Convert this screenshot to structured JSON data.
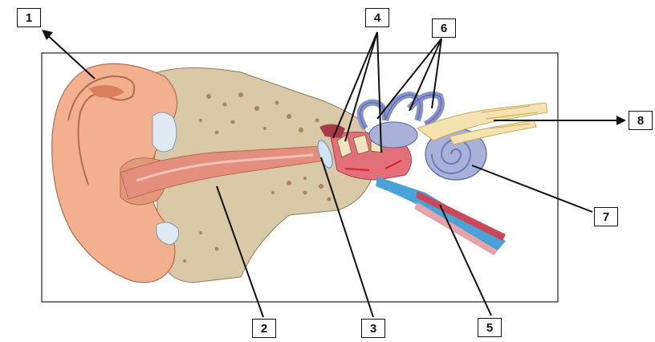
{
  "diagram": {
    "type": "anatomy-ear-labeled",
    "labels": [
      {
        "id": "1",
        "text": "1"
      },
      {
        "id": "2",
        "text": "2"
      },
      {
        "id": "3",
        "text": "3"
      },
      {
        "id": "4",
        "text": "4"
      },
      {
        "id": "5",
        "text": "5"
      },
      {
        "id": "6",
        "text": "6"
      },
      {
        "id": "7",
        "text": "7"
      },
      {
        "id": "8",
        "text": "8"
      }
    ],
    "colors": {
      "skin": "#f2b08e",
      "skin_dark": "#d9805f",
      "canal": "#e48e7f",
      "bone": "#d9c9a8",
      "bone_dots": "#a8875a",
      "inner_ear": "#a9b1d9",
      "inner_ear_dark": "#6f7ab5",
      "nerve": "#f4e3b0",
      "middle_ear": "#e36f7a",
      "tube_blue": "#4aa3d8",
      "tube_red": "#c9485a",
      "frame": "#222222"
    }
  }
}
